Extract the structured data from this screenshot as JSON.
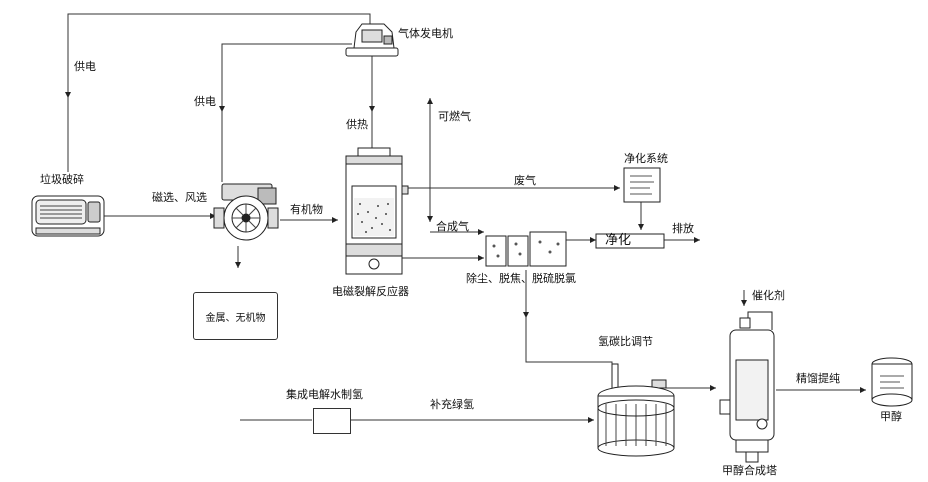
{
  "labels": {
    "gas_generator": "气体发电机",
    "power_supply_left": "供电",
    "power_supply_mid": "供电",
    "heat_supply": "供热",
    "combustible_gas": "可燃气",
    "garbage_crusher": "垃圾破碎",
    "magnetic_wind_sorting": "磁选、风选",
    "organic_matter": "有机物",
    "waste_gas": "废气",
    "purification_system": "净化系统",
    "purify": "净化",
    "emission": "排放",
    "syngas": "合成气",
    "dust_tar_sulfur": "除尘、脱焦、脱硫脱氯",
    "metals_inorganics": "金属、无机物",
    "reactor": "电磁裂解反应器",
    "h2_c_ratio": "氢碳比调节",
    "catalyst": "催化剂",
    "electrolysis": "集成电解水制氢",
    "hydrogen_supplement": "补充绿氢",
    "rectification": "精馏提纯",
    "methanol": "甲醇",
    "methanol_tower": "甲醇合成塔"
  },
  "colors": {
    "line": "#333333",
    "dash": "#555555"
  }
}
